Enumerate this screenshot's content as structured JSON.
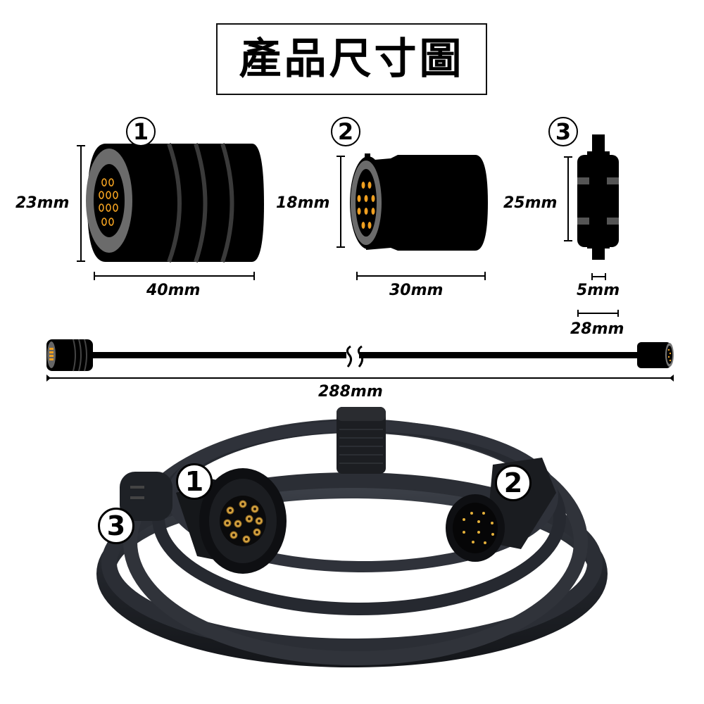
{
  "title": "產品尺寸圖",
  "connectors": [
    {
      "id": "1",
      "badge": "1",
      "height_label": "23mm",
      "length_label": "40mm",
      "pin_count": 10,
      "pin_color": "#f0a020"
    },
    {
      "id": "2",
      "badge": "2",
      "height_label": "18mm",
      "length_label": "30mm",
      "pin_count": 10,
      "pin_color": "#f0a020"
    },
    {
      "id": "3",
      "badge": "3",
      "height_label": "25mm",
      "cable_label": "5mm",
      "width_label": "28mm"
    }
  ],
  "cable": {
    "total_length_label": "288mm",
    "break_symbol": "SS"
  },
  "photo": {
    "badges": [
      "1",
      "2",
      "3"
    ]
  },
  "colors": {
    "connector_body": "#000000",
    "connector_ring": "#6b6b6b",
    "pin_gold": "#f0a020",
    "cable_photo": "#2a2d33"
  }
}
